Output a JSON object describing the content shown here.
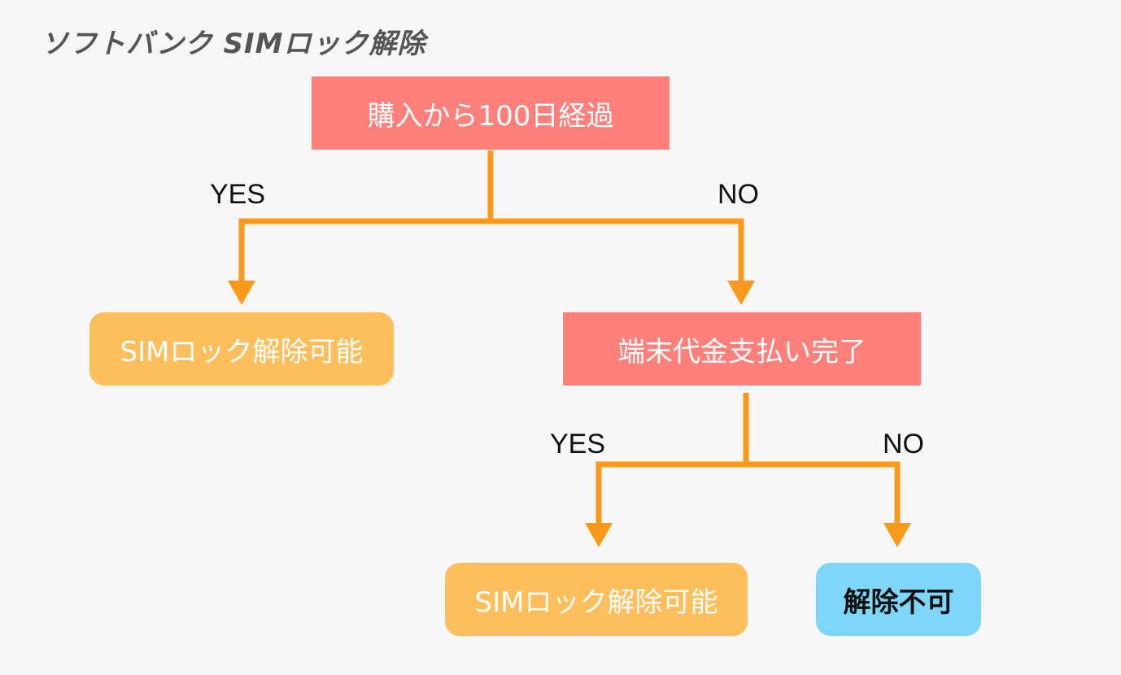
{
  "title": "ソフトバンク SIMロック解除",
  "colors": {
    "decision": "#ff7f7a",
    "result_ok": "#ffbe5c",
    "result_ng": "#7fd6fb",
    "connector": "#fb9a1a"
  },
  "nodes": {
    "q1": "購入から100日経過",
    "q2": "端末代金支払い完了",
    "r1": "SIMロック解除可能",
    "r2": "SIMロック解除可能",
    "r3": "解除不可"
  },
  "branches": {
    "q1_yes": "YES",
    "q1_no": "NO",
    "q2_yes": "YES",
    "q2_no": "NO"
  }
}
